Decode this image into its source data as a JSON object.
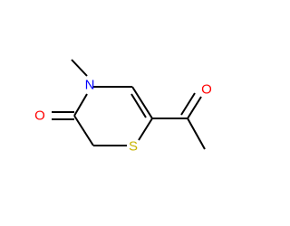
{
  "molecule": {
    "atoms": {
      "n": {
        "label": "N",
        "color": "#0000ff"
      },
      "s": {
        "label": "S",
        "color": "#c8b400"
      },
      "o_ring": {
        "label": "O",
        "color": "#ff0000"
      },
      "o_acetyl": {
        "label": "O",
        "color": "#ff0000"
      }
    },
    "bond_color": "#000000"
  }
}
